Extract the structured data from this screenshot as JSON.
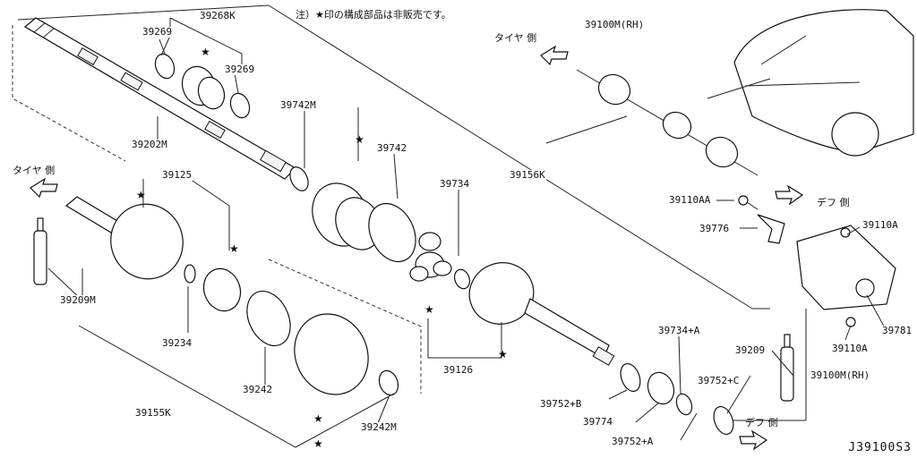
{
  "note": "注）★印の構成部品は非販売です。",
  "star_symbol": "★",
  "side_labels": {
    "tire_top": "タイヤ 側",
    "tire_left": "タイヤ 側",
    "diff_right": "デフ 側",
    "diff_bottom": "デフ 側"
  },
  "parts": {
    "p39268K": "39268K",
    "p39269a": "39269",
    "p39269b": "39269",
    "p39202M": "39202M",
    "p39742M": "39742M",
    "p39742": "39742",
    "p39734": "39734",
    "p39156K": "39156K",
    "p39100M_top": "39100M(RH)",
    "p39110AA": "39110AA",
    "p39776": "39776",
    "p39110A_a": "39110A",
    "p39781": "39781",
    "p39110A_b": "39110A",
    "p39125": "39125",
    "p39209M": "39209M",
    "p39234": "39234",
    "p39155K": "39155K",
    "p39242": "39242",
    "p39242M": "39242M",
    "p39126": "39126",
    "p39734A": "39734+A",
    "p39209": "39209",
    "p39100M_bottom": "39100M(RH)",
    "p39752C": "39752+C",
    "p39752B": "39752+B",
    "p39774": "39774",
    "p39752A": "39752+A"
  },
  "reference_code": "J39100S3"
}
